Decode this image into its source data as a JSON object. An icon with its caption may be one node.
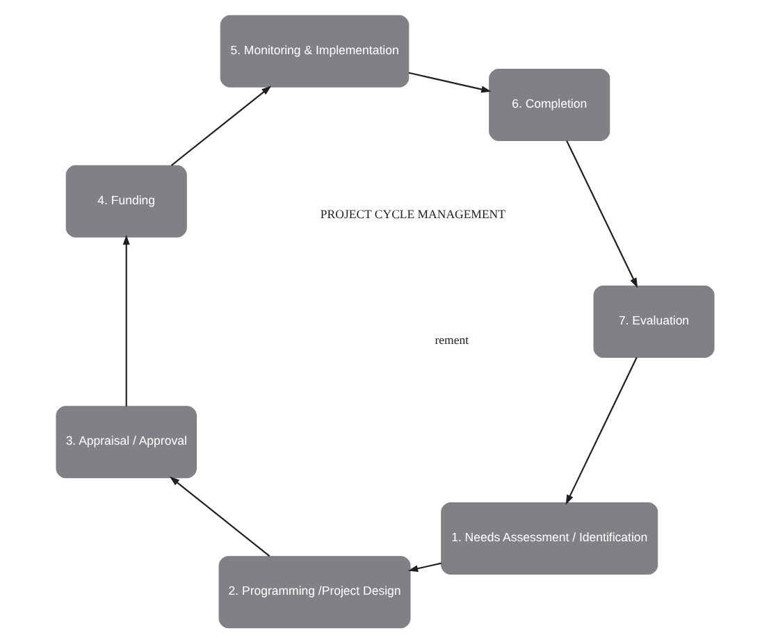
{
  "diagram": {
    "nodes": [
      {
        "text": [
          "1. Needs Assessment / Identification"
        ]
      },
      {
        "text": [
          "2. Programming /Project Design"
        ]
      },
      {
        "text": [
          "3. Appraisal / Approval"
        ]
      },
      {
        "text": [
          "4. Funding"
        ]
      },
      {
        "text": [
          "5. Monitoring & Implementation"
        ]
      },
      {
        "text": [
          "6. Completion"
        ]
      },
      {
        "text": [
          "7. Evaluation"
        ]
      }
    ],
    "edges": [
      {
        "from": 0,
        "to": 1,
        "arrow": "to"
      },
      {
        "from": 1,
        "to": 2,
        "arrow": "to"
      },
      {
        "from": 2,
        "to": 3,
        "arrow": "to"
      },
      {
        "from": 3,
        "to": 4,
        "arrow": "to"
      },
      {
        "from": 4,
        "to": 5,
        "arrow": "to"
      },
      {
        "from": 5,
        "to": 6,
        "arrow": "to"
      },
      {
        "from": 6,
        "to": 0,
        "arrow": "to"
      }
    ],
    "labels": [
      "rement",
      "PROJECT CYCLE MANAGEMENT"
    ]
  }
}
